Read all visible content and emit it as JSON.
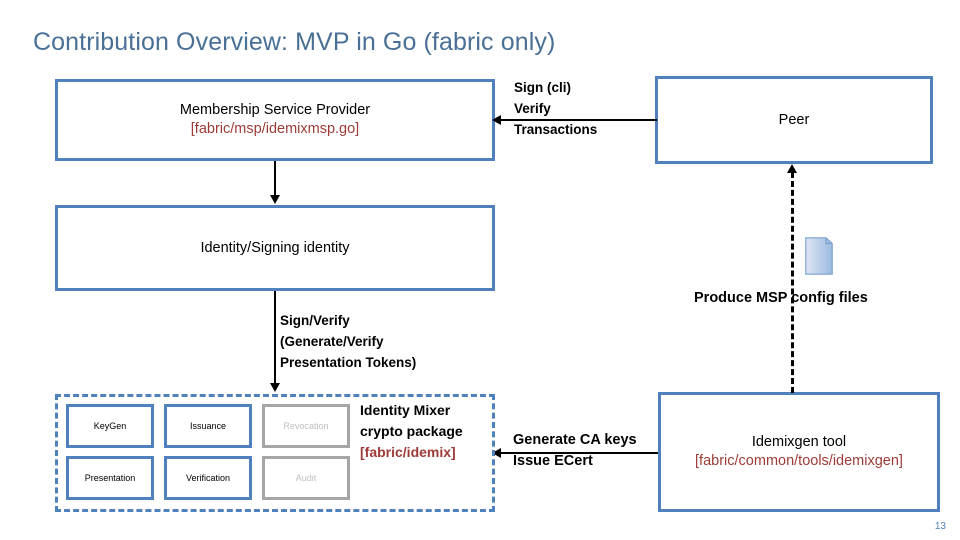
{
  "slide": {
    "title": "Contribution Overview: MVP in Go (fabric only)",
    "page_number": "13",
    "title_color": "#4A7096",
    "accent_color": "#4F81BD",
    "path_color": "#9E3B36",
    "disabled_color": "#BFBFBF"
  },
  "boxes": {
    "msp": {
      "title": "Membership Service Provider",
      "path": "[fabric/msp/idemixmsp.go]"
    },
    "peer": {
      "title": "Peer"
    },
    "identity": {
      "title": "Identity/Signing identity"
    },
    "idemixgen": {
      "title": "Idemixgen tool",
      "path": "[fabric/common/tools/idemixgen]"
    }
  },
  "idemix_package": {
    "caption_line1": "Identity Mixer",
    "caption_line2": "crypto package",
    "caption_path": "[fabric/idemix]",
    "functions": [
      {
        "label": "KeyGen",
        "enabled": true
      },
      {
        "label": "Issuance",
        "enabled": true
      },
      {
        "label": "Revocation",
        "enabled": false
      },
      {
        "label": "Presentation",
        "enabled": true
      },
      {
        "label": "Verification",
        "enabled": true
      },
      {
        "label": "Audit",
        "enabled": false
      }
    ]
  },
  "connectors": {
    "peer_to_msp": {
      "line1": "Sign (cli)",
      "line2": "Verify",
      "line3": "Transactions"
    },
    "identity_to_idemix": {
      "line1": "Sign/Verify",
      "line2": "(Generate/Verify",
      "line3": "Presentation Tokens)"
    },
    "idemixgen_to_idemix": {
      "line1": "Generate CA keys",
      "line2": "Issue ECert"
    },
    "idemixgen_to_peer": {
      "label": "Produce MSP config files"
    }
  }
}
